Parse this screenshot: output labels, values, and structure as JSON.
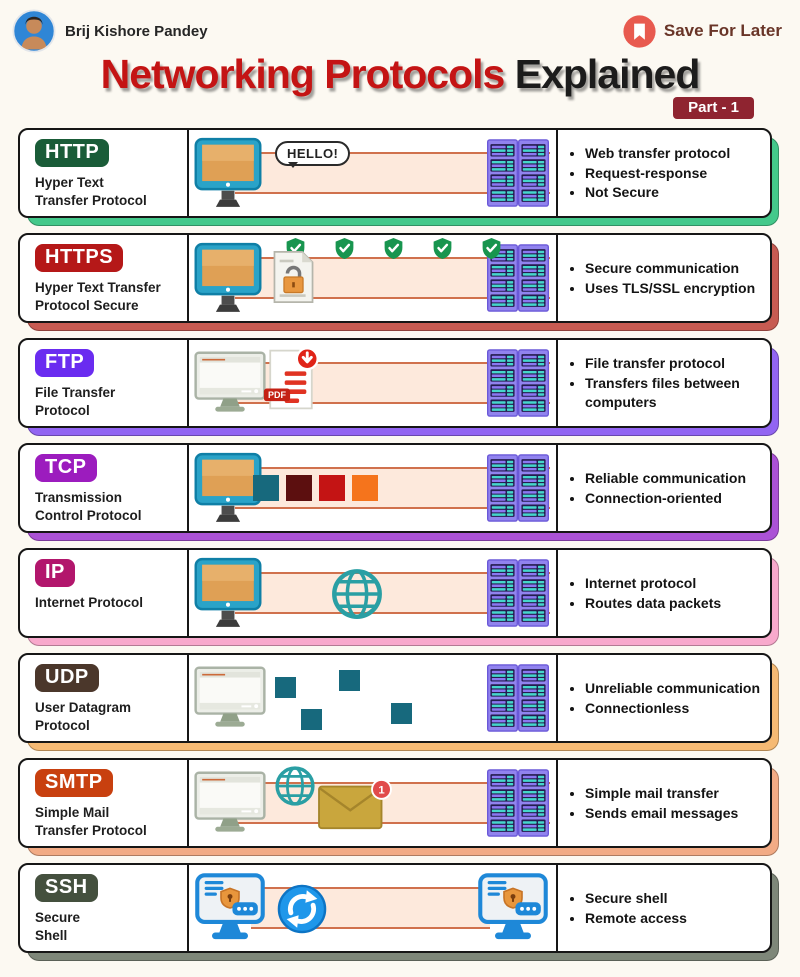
{
  "header": {
    "author": "Brij Kishore Pandey",
    "save_label": "Save For Later",
    "title_main": "Networking Protocols",
    "title_rest": "Explained",
    "part_badge": "Part - 1",
    "title_main_color": "#c41414",
    "title_rest_color": "#1c1c1c",
    "part_badge_color": "#8f2430",
    "save_icon_color": "#e85a4f",
    "save_text_color": "#693528"
  },
  "rows": [
    {
      "abbr": "HTTP",
      "name_lines": [
        "Hyper Text",
        "Transfer Protocol"
      ],
      "badge_color": "#1a5c38",
      "shadow_color": "#44c98b",
      "bullets": [
        "Web transfer protocol",
        "Request-response",
        "Not Secure"
      ],
      "illustration": {
        "type": "http",
        "left_device": "computer-blue",
        "right_device": "server",
        "bubble_text": "HELLO!"
      }
    },
    {
      "abbr": "HTTPS",
      "name_lines": [
        "Hyper Text Transfer",
        "Protocol Secure"
      ],
      "badge_color": "#b51818",
      "shadow_color": "#c75b52",
      "bullets": [
        "Secure communication",
        "Uses TLS/SSL encryption"
      ],
      "illustration": {
        "type": "https",
        "left_device": "computer-blue",
        "right_device": "server",
        "shield_count": 5
      }
    },
    {
      "abbr": "FTP",
      "name_lines": [
        "File Transfer",
        "Protocol"
      ],
      "badge_color": "#6a2cf0",
      "shadow_color": "#9265f2",
      "bullets": [
        "File transfer protocol",
        "Transfers files between computers"
      ],
      "illustration": {
        "type": "ftp",
        "left_device": "computer-grey",
        "right_device": "server",
        "pdf_label": "PDF"
      }
    },
    {
      "abbr": "TCP",
      "name_lines": [
        "Transmission",
        "Control Protocol"
      ],
      "badge_color": "#9c1cbe",
      "shadow_color": "#ab52d6",
      "bullets": [
        "Reliable communication",
        "Connection-oriented"
      ],
      "illustration": {
        "type": "tcp",
        "left_device": "computer-blue",
        "right_device": "server",
        "packet_colors": [
          "#17697d",
          "#5c0f0f",
          "#c41414",
          "#f5741c"
        ]
      }
    },
    {
      "abbr": "IP",
      "name_lines": [
        "Internet Protocol"
      ],
      "badge_color": "#b2166c",
      "shadow_color": "#f8a9cc",
      "bullets": [
        "Internet protocol",
        "Routes data packets"
      ],
      "illustration": {
        "type": "ip",
        "left_device": "computer-blue",
        "right_device": "server"
      }
    },
    {
      "abbr": "UDP",
      "name_lines": [
        "User Datagram",
        "Protocol"
      ],
      "badge_color": "#4b372b",
      "shadow_color": "#f6ba74",
      "bullets": [
        "Unreliable communication",
        "Connectionless"
      ],
      "illustration": {
        "type": "udp",
        "left_device": "computer-grey",
        "right_device": "server",
        "packet_color": "#17697d"
      }
    },
    {
      "abbr": "SMTP",
      "name_lines": [
        "Simple Mail",
        "Transfer Protocol"
      ],
      "badge_color": "#c8400f",
      "shadow_color": "#f2ab85",
      "bullets": [
        "Simple mail transfer",
        "Sends email messages"
      ],
      "illustration": {
        "type": "smtp",
        "left_device": "computer-grey",
        "right_device": "server",
        "mail_badge": "1"
      }
    },
    {
      "abbr": "SSH",
      "name_lines": [
        "Secure",
        "Shell"
      ],
      "badge_color": "#44503e",
      "shadow_color": "#7e8779",
      "bullets": [
        "Secure shell",
        "Remote access"
      ],
      "illustration": {
        "type": "ssh",
        "left_device": "terminal",
        "right_device": "terminal"
      }
    }
  ]
}
